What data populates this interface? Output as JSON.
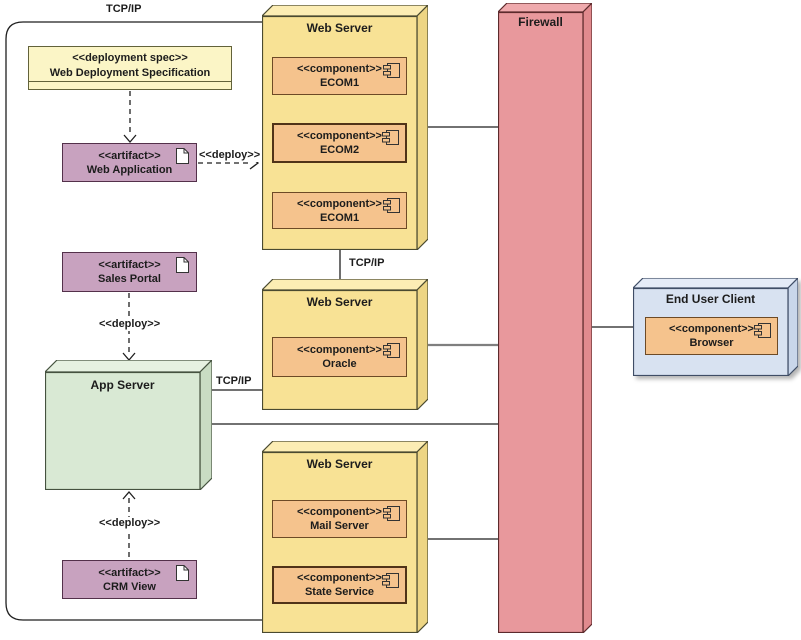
{
  "edges": {
    "network_label_top": "TCP/IP",
    "web_servers_link_label": "TCP/IP",
    "app_server_link_label": "TCP/IP",
    "deploy_web_application": "<<deploy>>",
    "deploy_sales_portal": "<<deploy>>",
    "deploy_crm_view": "<<deploy>>"
  },
  "nodes": {
    "deployment_spec": {
      "stereotype": "<<deployment spec>>",
      "name": "Web Deployment Specification"
    },
    "web_application": {
      "stereotype": "<<artifact>>",
      "name": "Web Application"
    },
    "sales_portal": {
      "stereotype": "<<artifact>>",
      "name": "Sales Portal"
    },
    "crm_view": {
      "stereotype": "<<artifact>>",
      "name": "CRM View"
    },
    "app_server": {
      "title": "App Server"
    },
    "web_server_top": {
      "title": "Web Server",
      "components": [
        {
          "stereotype": "<<component>>",
          "name": "ECOM1"
        },
        {
          "stereotype": "<<component>>",
          "name": "ECOM2"
        },
        {
          "stereotype": "<<component>>",
          "name": "ECOM1"
        }
      ]
    },
    "web_server_middle": {
      "title": "Web Server",
      "components": [
        {
          "stereotype": "<<component>>",
          "name": "Oracle"
        }
      ]
    },
    "web_server_bottom": {
      "title": "Web Server",
      "components": [
        {
          "stereotype": "<<component>>",
          "name": "Mail Server"
        },
        {
          "stereotype": "<<component>>",
          "name": "State Service"
        }
      ]
    },
    "firewall": {
      "title": "Firewall"
    },
    "end_user_client": {
      "title": "End User Client",
      "components": [
        {
          "stereotype": "<<component>>",
          "name": "Browser"
        }
      ]
    }
  },
  "colors": {
    "web_server_fill": "#F8E295",
    "web_server_top_fill": "#FCEDB4",
    "web_server_side_fill": "#EDD584",
    "component_fill": "#F5C38D",
    "artifact_fill": "#C8A2BF",
    "deployment_spec_fill": "#FBF5C6",
    "app_server_fill": "#D9E9D4",
    "firewall_fill": "#E8989C",
    "end_user_client_fill": "#D8E2F1",
    "connector": "#1f1f1f",
    "oracle_firewall_connector": "#7f7f7f"
  }
}
